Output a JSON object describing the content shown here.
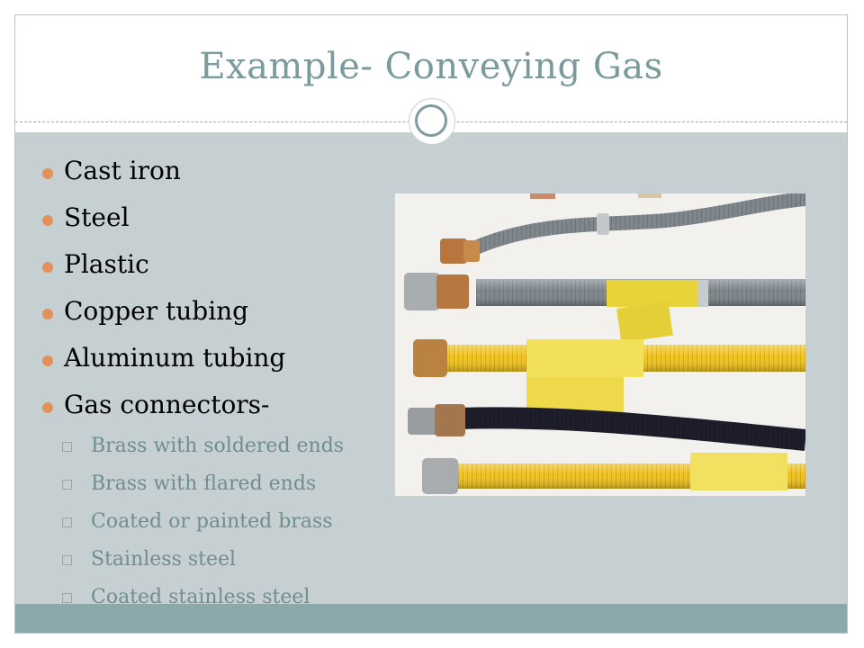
{
  "slide": {
    "title": "Example- Conveying Gas",
    "bullets": [
      {
        "label": "Cast iron"
      },
      {
        "label": "Steel"
      },
      {
        "label": "Plastic"
      },
      {
        "label": "Copper tubing"
      },
      {
        "label": "Aluminum tubing"
      },
      {
        "label": "Gas connectors-"
      }
    ],
    "sub_bullets": [
      {
        "label": "Brass with soldered ends"
      },
      {
        "label": "Brass with flared ends"
      },
      {
        "label": "Coated or painted brass"
      },
      {
        "label": "Stainless steel"
      },
      {
        "label": "Coated stainless steel"
      }
    ]
  },
  "colors": {
    "title_text": "#7a9a9c",
    "content_background": "#c6d0d3",
    "footer_band": "#8ba9aa",
    "bullet_accent": "#e3915a",
    "sub_bullet_text": "#6f8e90"
  },
  "image": {
    "subject": "gas-connector-hoses-photo"
  }
}
